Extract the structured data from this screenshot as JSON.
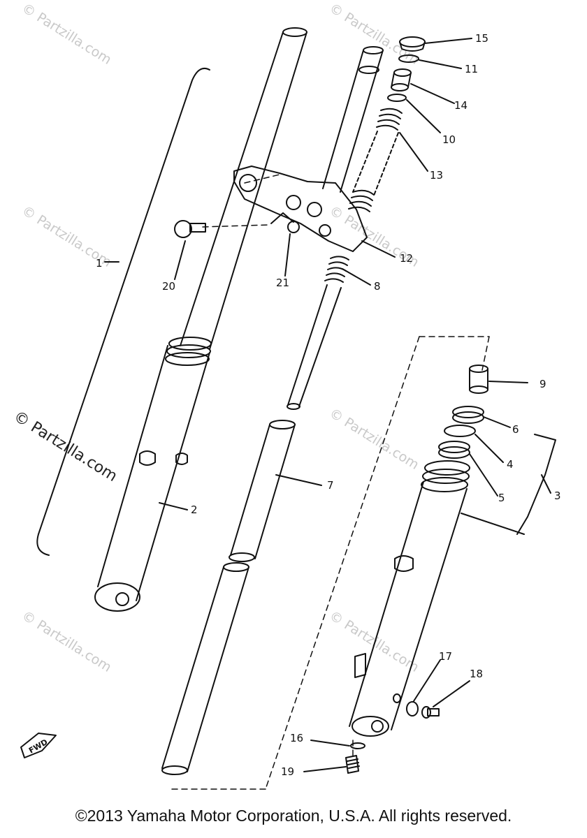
{
  "copyright": "©2013 Yamaha Motor Corporation, U.S.A. All rights reserved.",
  "watermark": "© Partzilla.com",
  "fwd_mark": "FWD",
  "callouts": [
    "1",
    "2",
    "3",
    "4",
    "5",
    "6",
    "7",
    "8",
    "9",
    "10",
    "11",
    "12",
    "13",
    "14",
    "15",
    "16",
    "17",
    "18",
    "19",
    "20",
    "21"
  ],
  "colors": {
    "line": "#111111",
    "watermark": "#c9c9c9",
    "background": "#ffffff"
  }
}
